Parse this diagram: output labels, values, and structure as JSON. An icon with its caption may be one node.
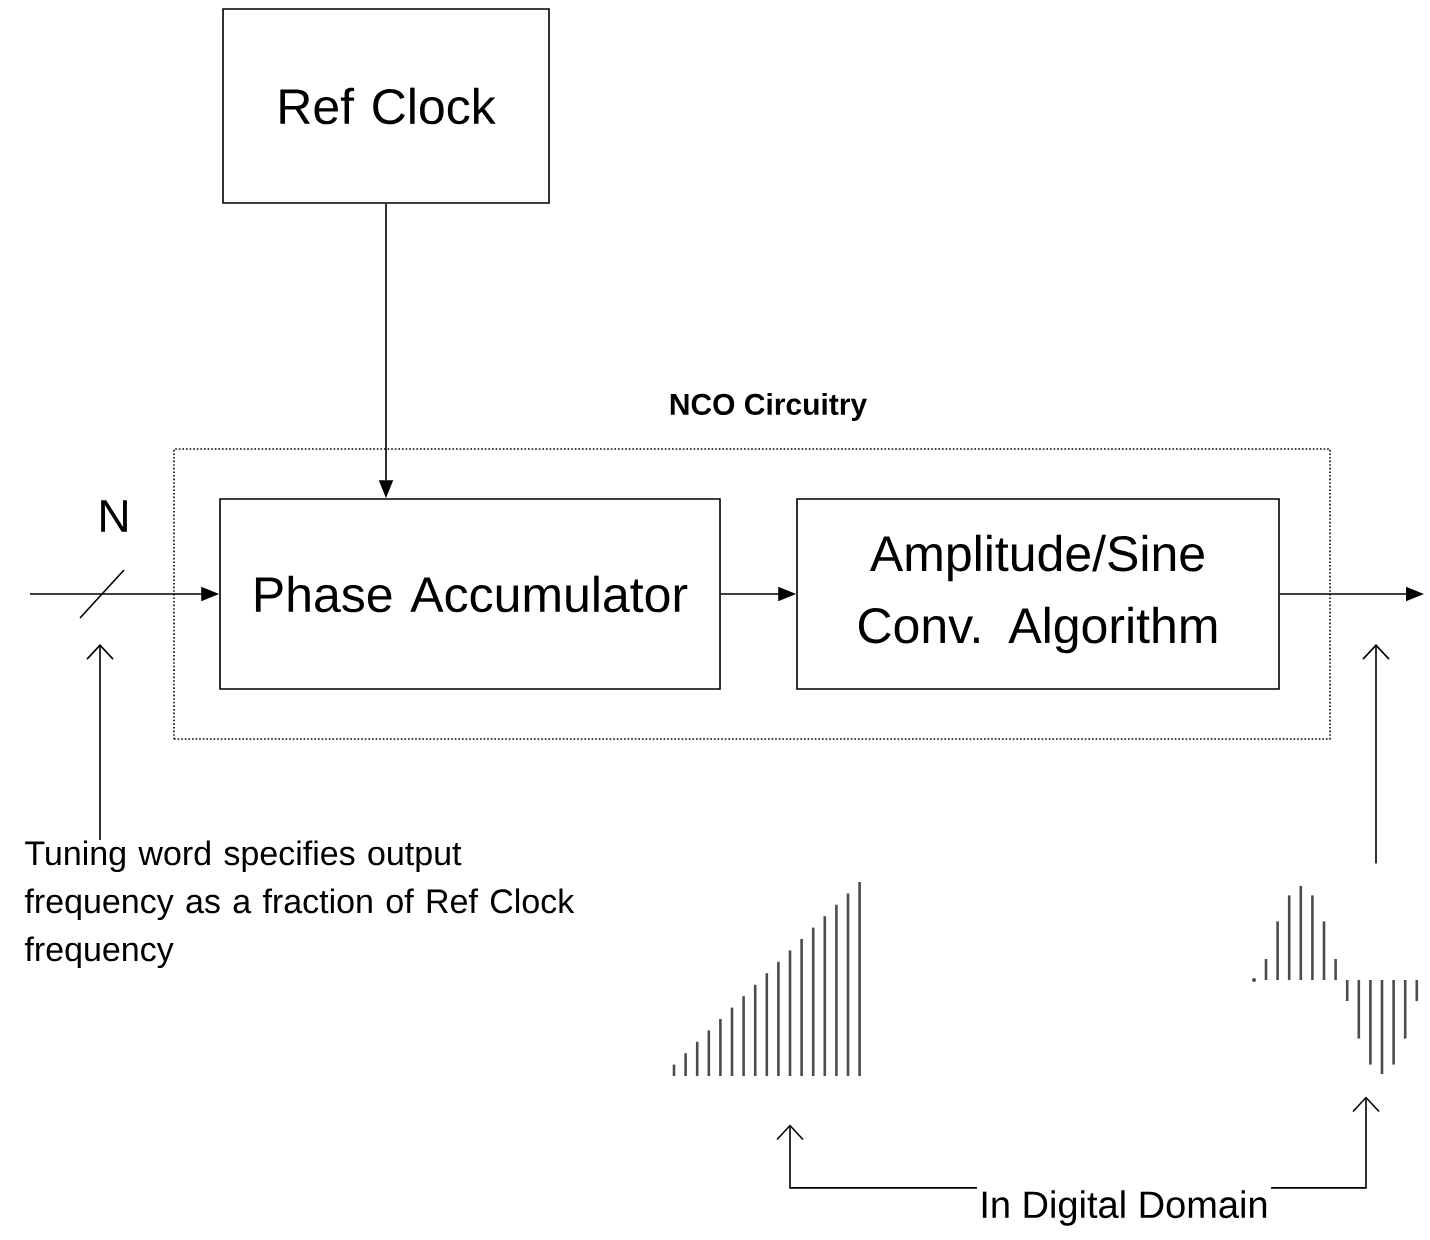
{
  "diagram": {
    "nodes": [
      {
        "text": [
          "Ref Clock"
        ]
      },
      {
        "text": [
          "NCO Circuitry"
        ]
      },
      {
        "text": [
          "Phase Accumulator"
        ],
        "in": 1
      },
      {
        "text": [
          "Amplitude/Sine Conv. Algorithm"
        ],
        "in": 1
      },
      {
        "text": [
          "Tuning word specifies output frequency as a fraction of Ref Clock frequency"
        ]
      },
      {
        "text": [],
        "shape": "picture"
      },
      {
        "text": [],
        "shape": "picture"
      },
      {
        "text": [
          "In Digital Domain"
        ]
      }
    ],
    "edges": [
      {
        "from": 0,
        "to": 2,
        "arrow": "to"
      },
      {
        "from": null,
        "to": 2,
        "arrow": "to",
        "label": "N"
      },
      {
        "from": 2,
        "to": 3,
        "arrow": "to"
      },
      {
        "from": 3,
        "to": null,
        "arrow": "to"
      },
      {
        "from": 4,
        "to": null,
        "arrow": "to"
      },
      {
        "from": 6,
        "to": null,
        "arrow": "to"
      },
      {
        "from": 7,
        "to": 5,
        "arrow": "to"
      },
      {
        "from": 7,
        "to": 6,
        "arrow": "to"
      }
    ]
  }
}
